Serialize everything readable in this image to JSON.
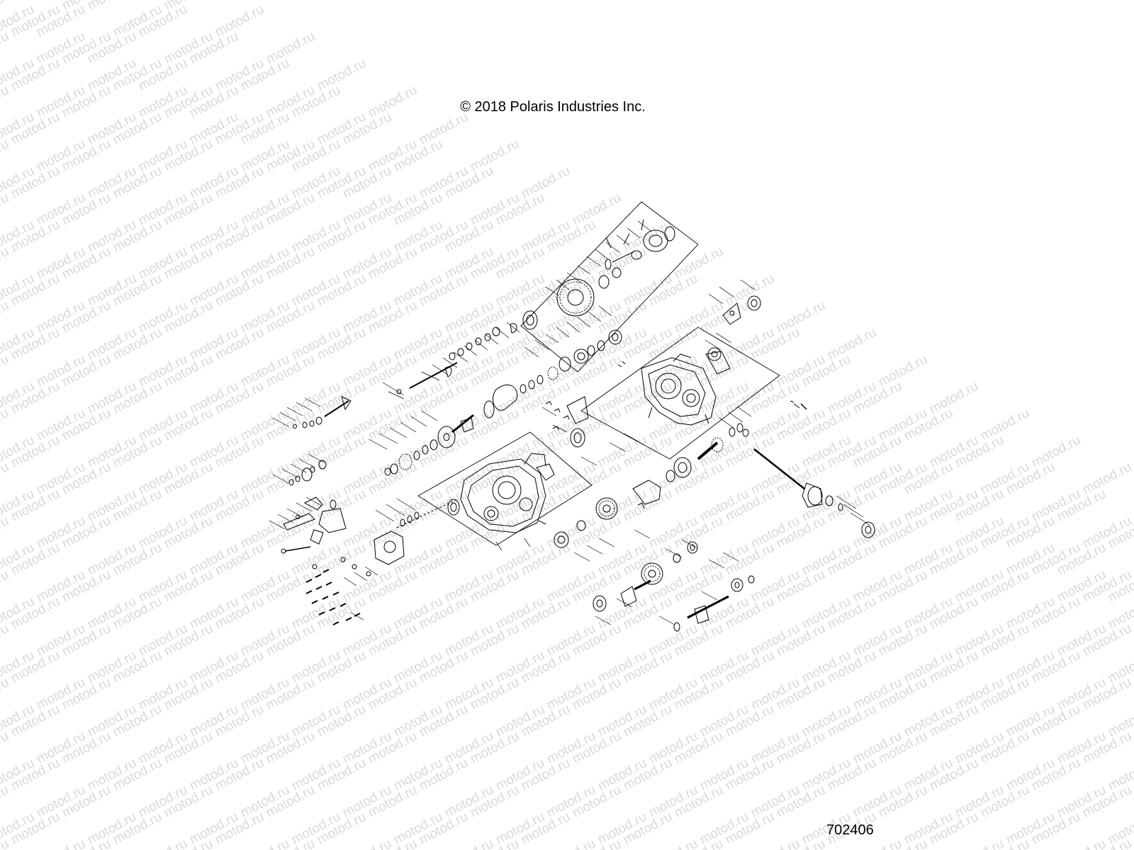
{
  "watermark_text": "motod.ru",
  "copyright": "© 2018 Polaris Industries Inc.",
  "diagram_number": "702406",
  "colors": {
    "line": "#000000",
    "watermark": "#d9d9d9",
    "background": "#ffffff"
  }
}
